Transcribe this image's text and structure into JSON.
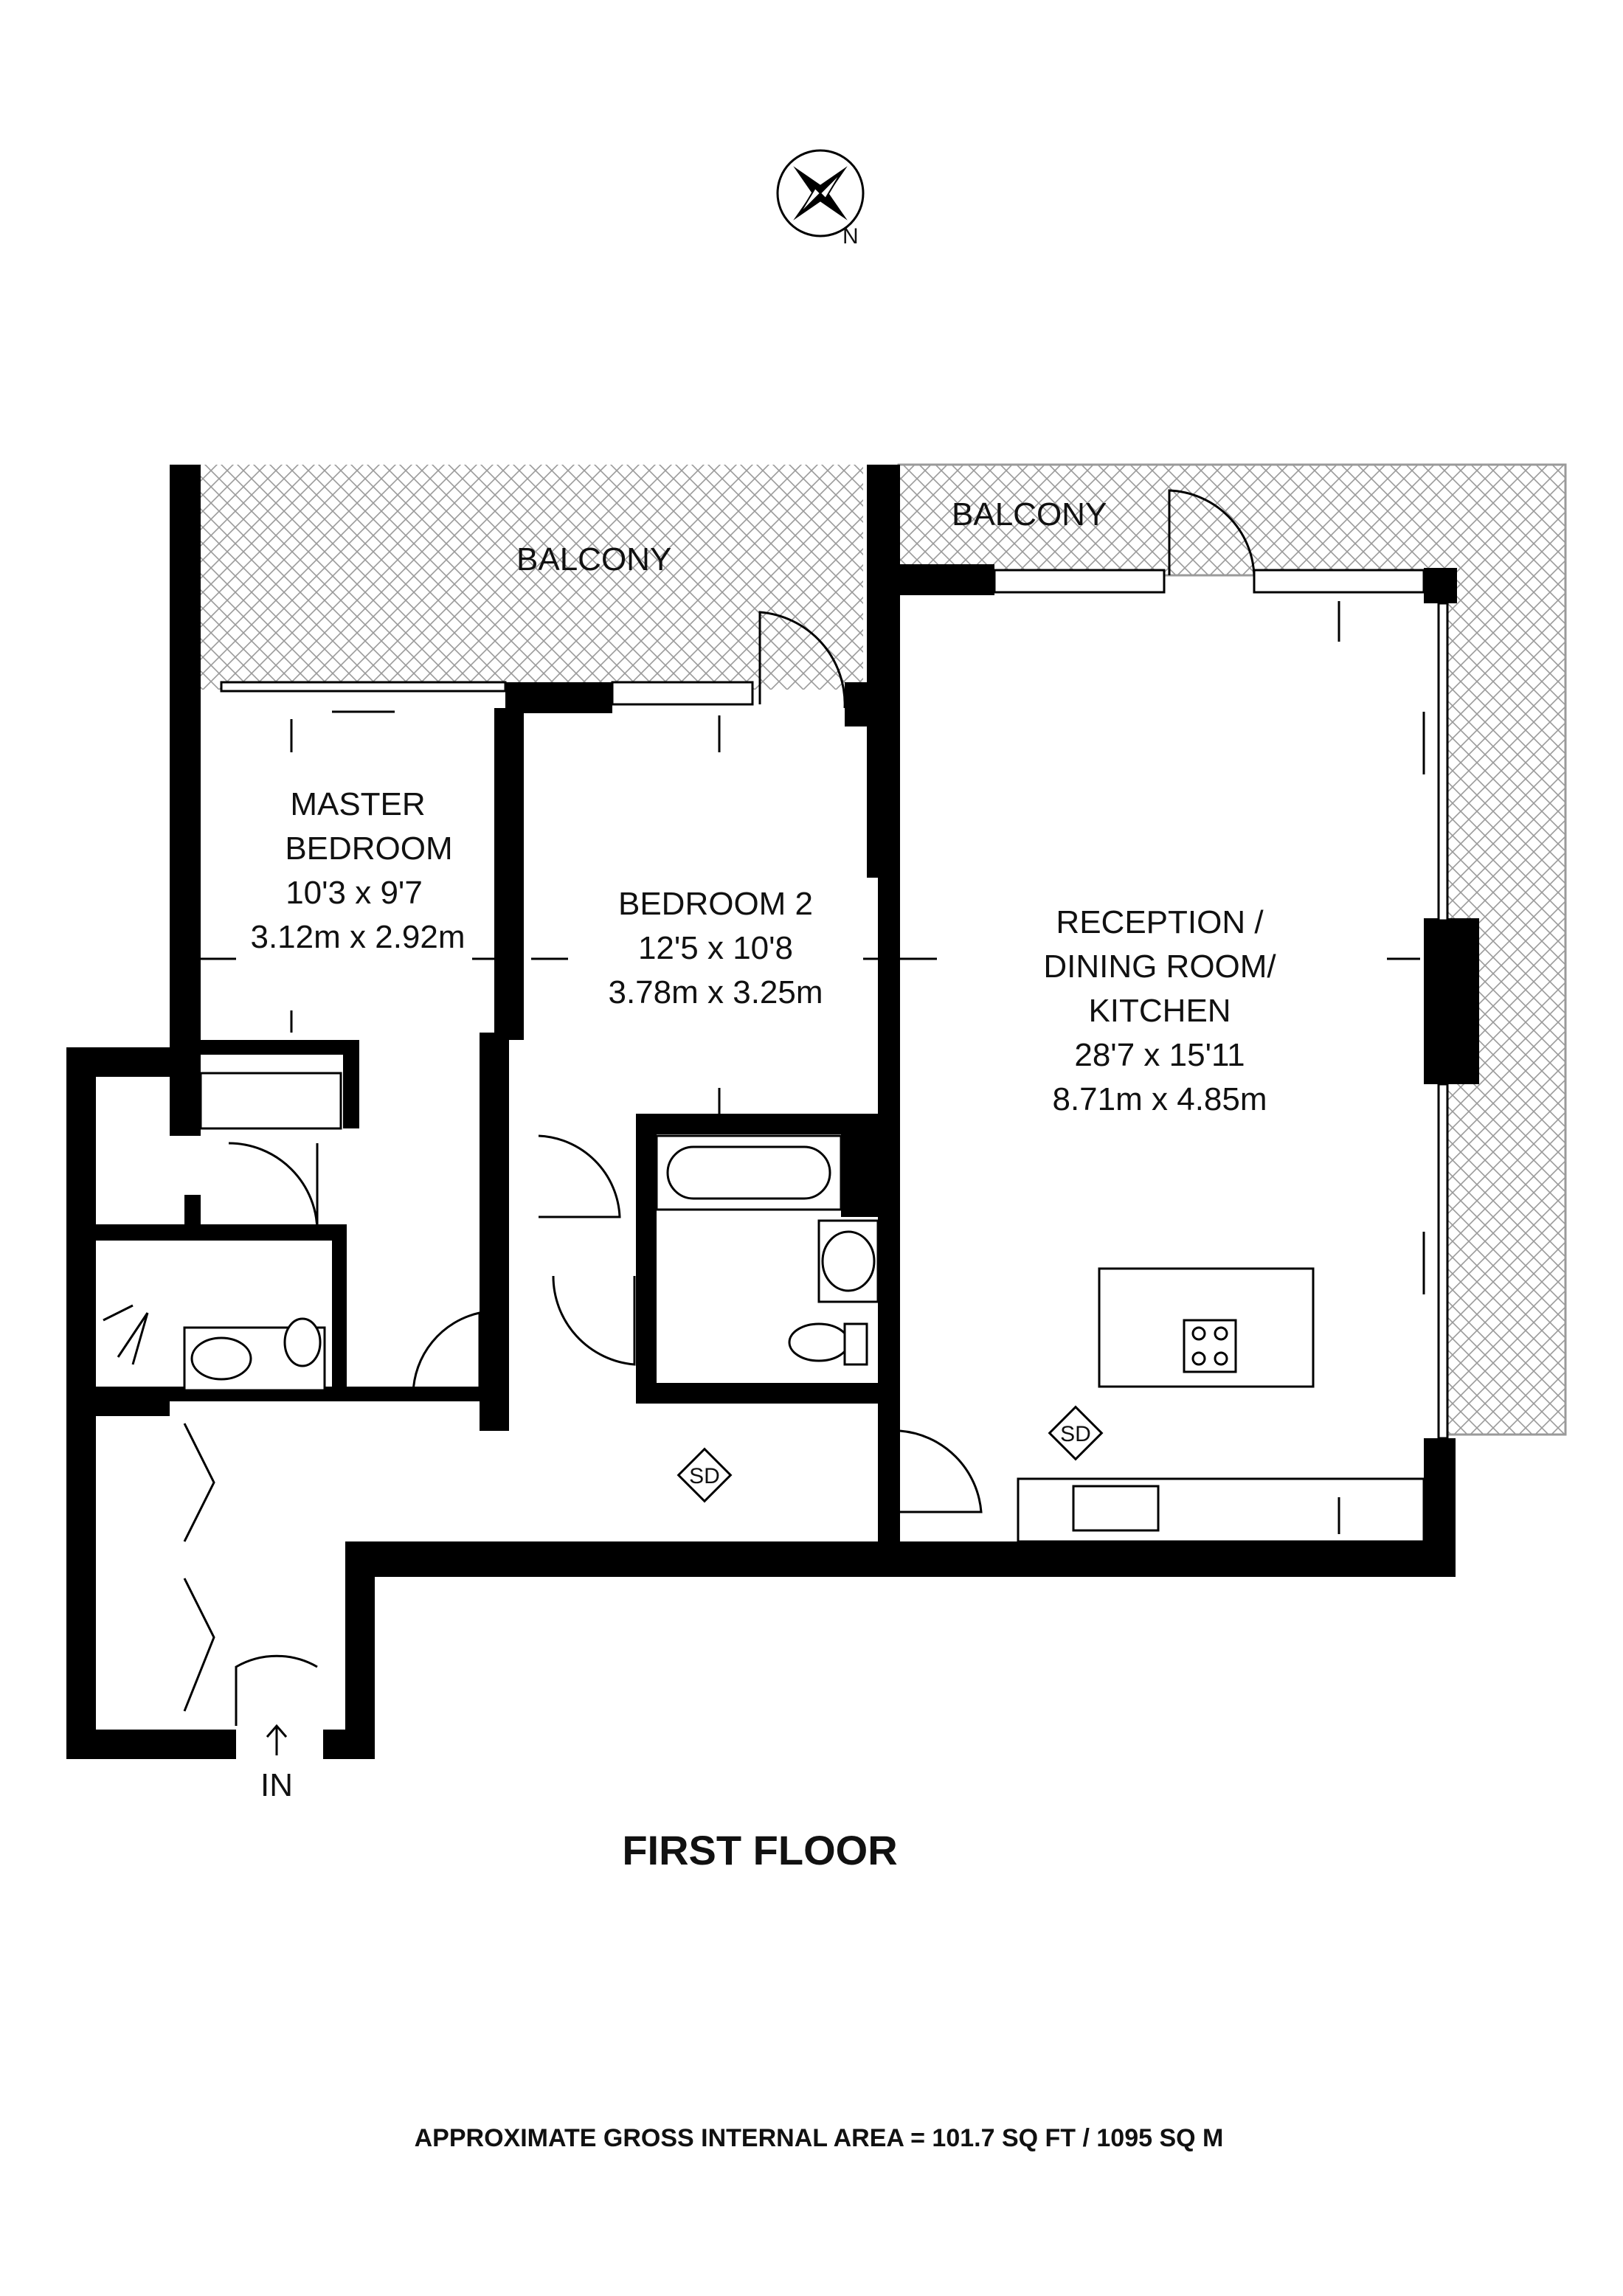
{
  "compass": {
    "label": "N",
    "icon": "compass-rose-icon"
  },
  "rooms": {
    "balcony_left": {
      "name": "BALCONY"
    },
    "balcony_right": {
      "name": "BALCONY"
    },
    "master_bedroom": {
      "line1": "MASTER",
      "line2": "BEDROOM",
      "imperial": "10'3 x 9'7",
      "metric": "3.12m x 2.92m"
    },
    "bedroom2": {
      "line1": "BEDROOM 2",
      "imperial": "12'5 x 10'8",
      "metric": "3.78m x 3.25m"
    },
    "reception": {
      "line1": "RECEPTION /",
      "line2": "DINING ROOM/",
      "line3": "KITCHEN",
      "imperial": "28'7 x 15'11",
      "metric": "8.71m x 4.85m"
    }
  },
  "markers": {
    "smoke_detector": "SD",
    "entrance": "IN"
  },
  "floor_title": "FIRST FLOOR",
  "footer": "APPROXIMATE GROSS INTERNAL AREA = 101.7 SQ FT / 1095 SQ M",
  "colors": {
    "wall": "#000000",
    "balcony_hatch": "#9a9a9a",
    "background": "#ffffff"
  }
}
